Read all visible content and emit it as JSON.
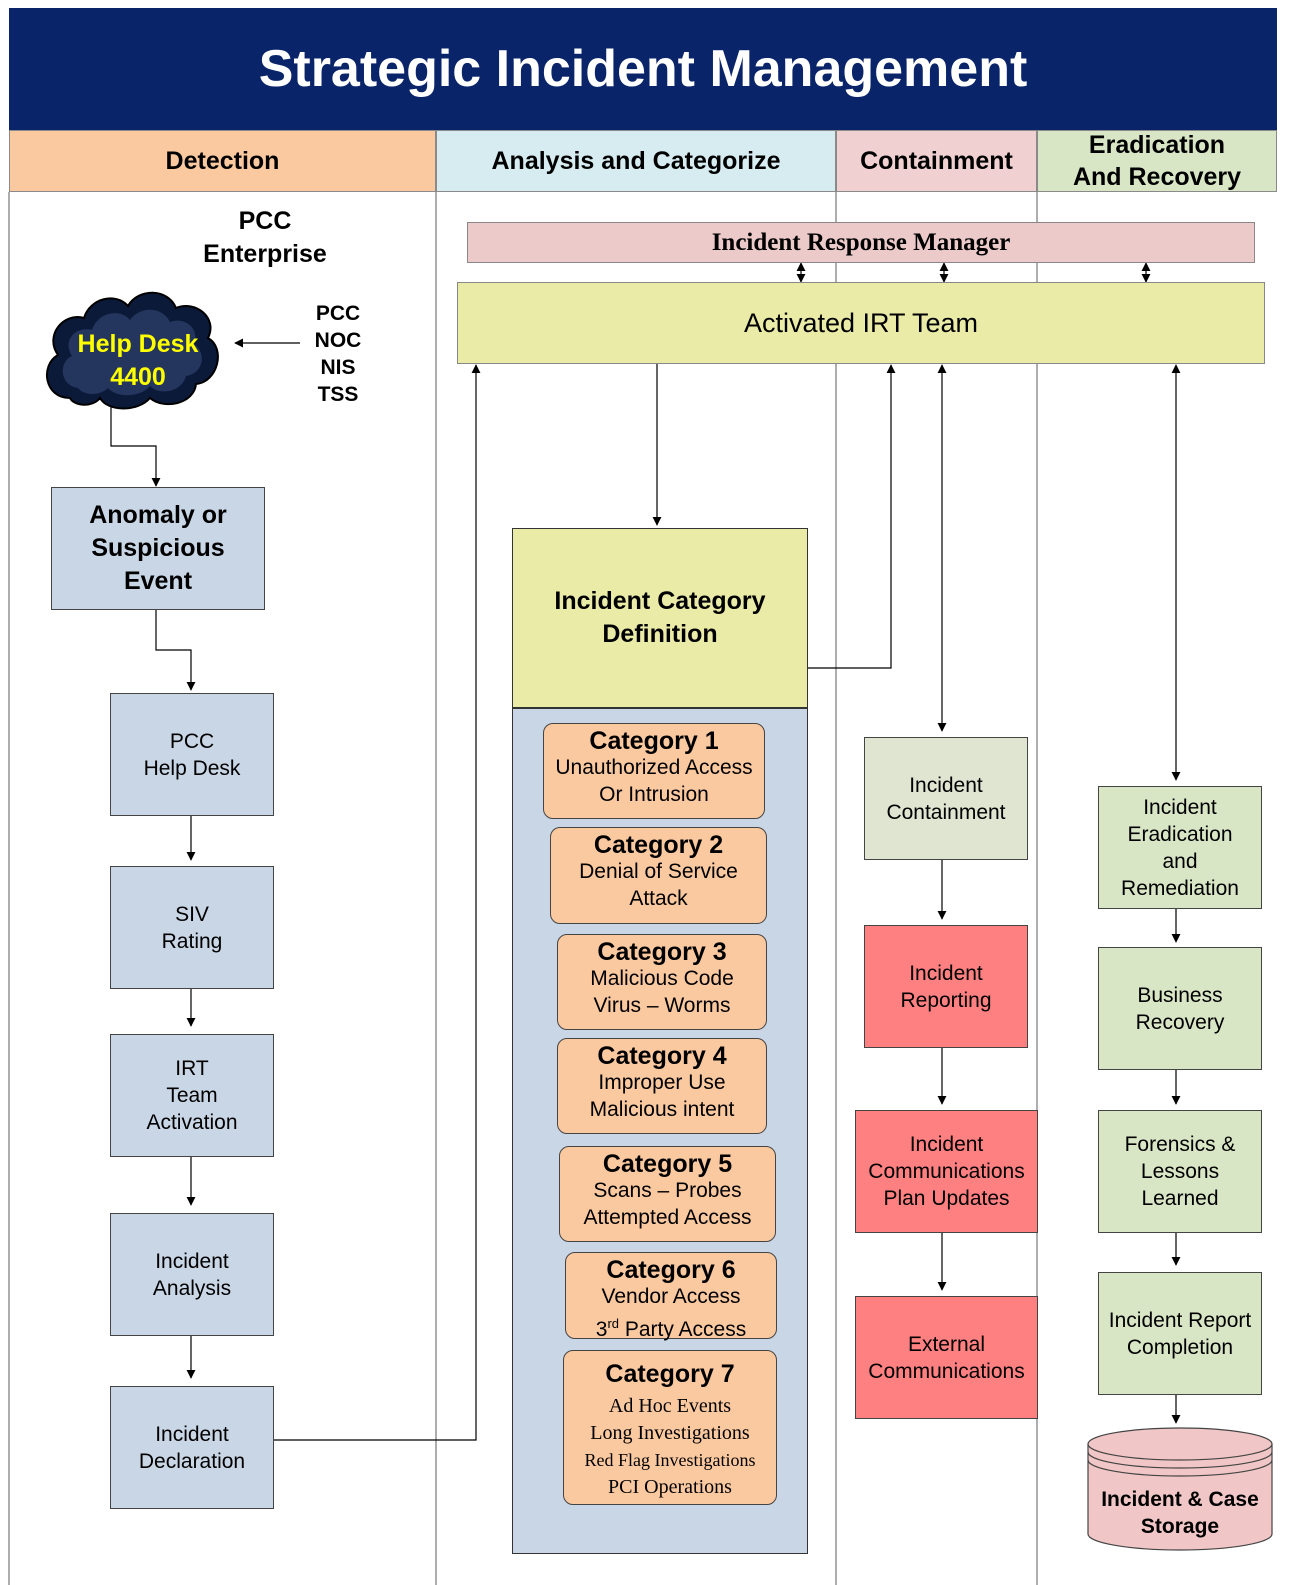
{
  "title": "Strategic Incident Management",
  "columns": [
    "Detection",
    "Analysis and Categorize",
    "Containment",
    "Eradication\nAnd Recovery"
  ],
  "column_colors": [
    "#fbc9a0",
    "#d6ecf0",
    "#f0d0d0",
    "#d9e6c5"
  ],
  "detection": {
    "org": "PCC\nEnterprise",
    "helpdesk_line1": "Help Desk",
    "helpdesk_line2": "4400",
    "sources": "PCC\nNOC\nNIS\nTSS",
    "anomaly": "Anomaly or\nSuspicious\nEvent",
    "steps": [
      "PCC\nHelp Desk",
      "SIV\nRating",
      "IRT\nTeam\nActivation",
      "Incident\nAnalysis",
      "Incident\nDeclaration"
    ]
  },
  "irm": "Incident Response Manager",
  "irt": "Activated IRT Team",
  "category_definition": "Incident Category\nDefinition",
  "categories": [
    {
      "title": "Category 1",
      "desc": "Unauthorized Access\nOr Intrusion"
    },
    {
      "title": "Category 2",
      "desc": "Denial of Service\nAttack"
    },
    {
      "title": "Category 3",
      "desc": "Malicious Code\nVirus – Worms"
    },
    {
      "title": "Category 4",
      "desc": "Improper Use\nMalicious intent"
    },
    {
      "title": "Category 5",
      "desc": "Scans – Probes\nAttempted Access"
    },
    {
      "title": "Category 6",
      "desc": "Vendor Access",
      "desc_sup_pre": "3",
      "desc_sup": "rd",
      "desc_sup_post": " Party Access"
    },
    {
      "title": "Category 7",
      "desc_lines": [
        "Ad Hoc Events",
        "Long Investigations",
        "Red Flag Investigations",
        "PCI Operations"
      ]
    }
  ],
  "containment": [
    "Incident\nContainment",
    "Incident\nReporting",
    "Incident\nCommunications\nPlan Updates",
    "External\nCommunications"
  ],
  "eradication": [
    "Incident\nEradication\nand\nRemediation",
    "Business\nRecovery",
    "Forensics &\nLessons\nLearned",
    "Incident Report\nCompletion"
  ],
  "storage": "Incident & Case\nStorage"
}
